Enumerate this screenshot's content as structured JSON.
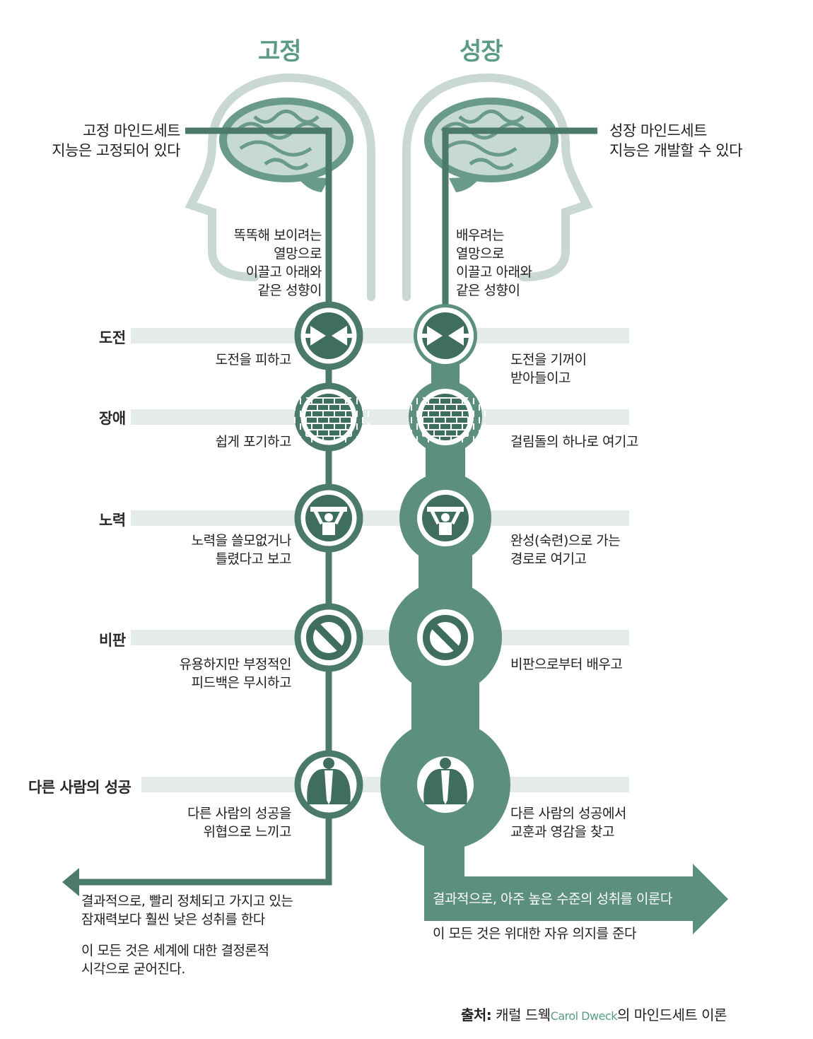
{
  "titles": {
    "fixed": "고정",
    "growth": "성장"
  },
  "colors": {
    "accent": "#5b9a88",
    "dark": "#3f6e5f",
    "band": "#e4ebe8",
    "line": "#4b7a6c"
  },
  "header": {
    "fixed_line1": "고정 마인드세트",
    "fixed_line2": "지능은 고정되어 있다",
    "growth_line1": "성장 마인드세트",
    "growth_line2": "지능은 개발할 수 있다"
  },
  "lead": {
    "fixed": [
      "똑똑해 보이려는",
      "열망으로",
      "이끌고 아래와",
      "같은 성향이"
    ],
    "growth": [
      "배우려는",
      "열망으로",
      "이끌고 아래와",
      "같은 성향이"
    ]
  },
  "rows": [
    {
      "category": "도전",
      "icon": "arrows-icon",
      "fixed": [
        "도전을 피하고"
      ],
      "growth": [
        "도전을 기꺼이",
        "받아들이고"
      ]
    },
    {
      "category": "장애",
      "icon": "brick-wall-icon",
      "fixed": [
        "쉽게 포기하고"
      ],
      "growth": [
        "걸림돌의 하나로 여기고"
      ]
    },
    {
      "category": "노력",
      "icon": "weightlifter-icon",
      "fixed": [
        "노력을 쓸모없거나",
        "틀렸다고 보고"
      ],
      "growth": [
        "완성(숙련)으로 가는",
        "경로로 여기고"
      ]
    },
    {
      "category": "비판",
      "icon": "no-sign-icon",
      "fixed": [
        "유용하지만 부정적인",
        "피드백은 무시하고"
      ],
      "growth": [
        "비판으로부터 배우고"
      ]
    },
    {
      "category": "다른 사람의 성공",
      "icon": "businessman-icon",
      "fixed": [
        "다른 사람의 성공을",
        "위협으로 느끼고"
      ],
      "growth": [
        "다른 사람의 성공에서",
        "교훈과 영감을 찾고"
      ]
    }
  ],
  "outcome": {
    "fixed_result": [
      "결과적으로, 빨리 정체되고 가지고 있는",
      "잠재력보다 훨씬 낮은 성취를 한다"
    ],
    "fixed_summary": [
      "이 모든 것은 세계에 대한 결정론적",
      "시각으로 굳어진다."
    ],
    "growth_result": "결과적으로, 아주 높은 수준의 성취를 이룬다",
    "growth_summary": "이 모든 것은 위대한 자유 의지를 준다"
  },
  "source": {
    "prefix": "출처:",
    "name": " 캐럴 드웩",
    "name_en": "Carol Dweck",
    "suffix": "의 마인드세트 이론"
  }
}
